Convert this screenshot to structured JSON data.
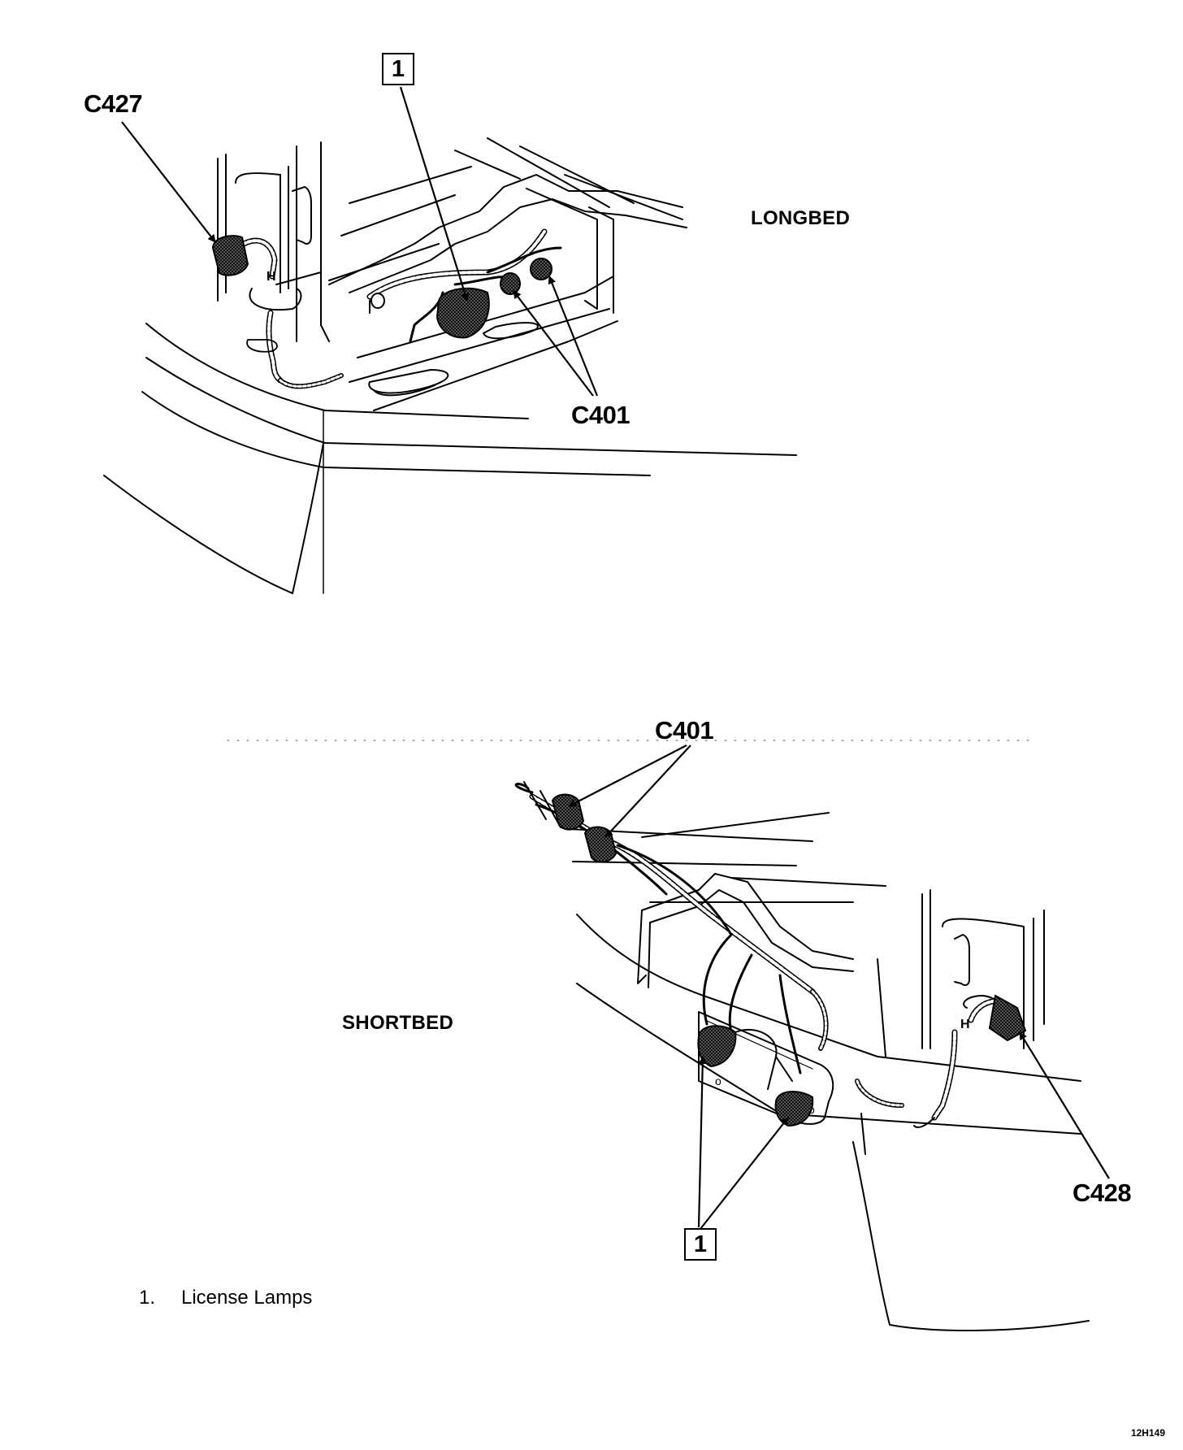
{
  "labels": {
    "c427": "C427",
    "c401_top": "C401",
    "c401_bottom": "C401",
    "c428": "C428",
    "longbed": "LONGBED",
    "shortbed": "SHORTBED",
    "callout_top": "1",
    "callout_bottom": "1"
  },
  "legend": {
    "items": [
      {
        "number": "1.",
        "text": "License Lamps"
      }
    ]
  },
  "figure_ref": "12H149"
}
